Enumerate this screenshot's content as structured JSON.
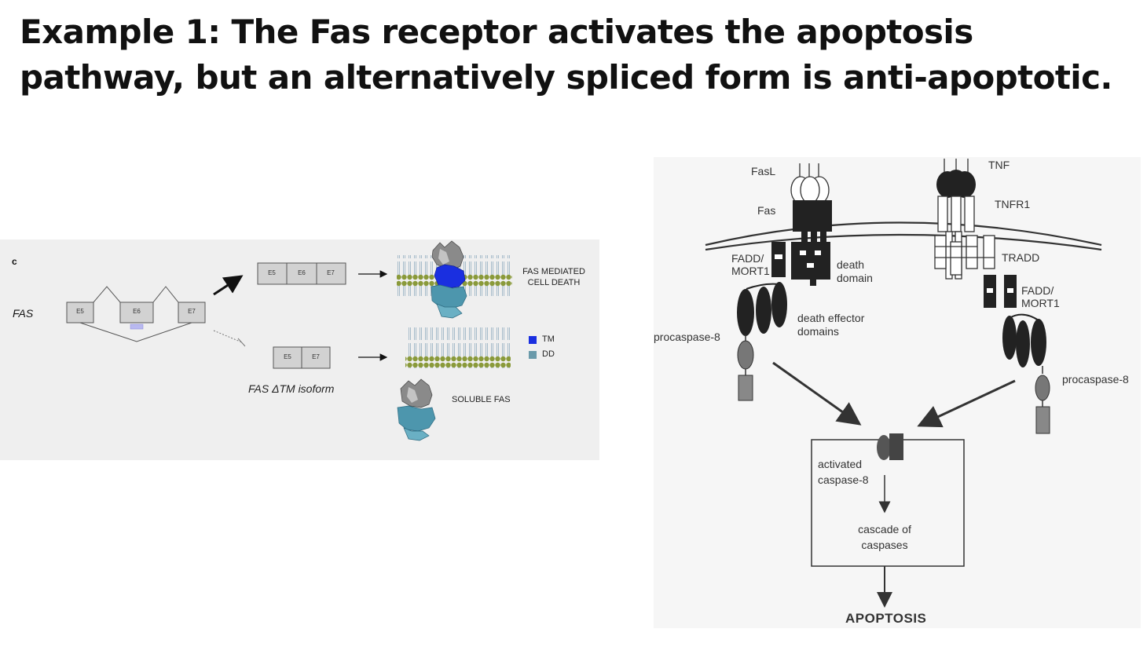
{
  "title": {
    "line1": "Example 1: The Fas receptor activates the apoptosis",
    "line2": "pathway, but an alternatively spliced form is anti-apoptotic."
  },
  "panel_c": {
    "panel_label": "c",
    "gene_label": "FAS",
    "exons": [
      "E5",
      "E6",
      "E7"
    ],
    "spliced_exons": [
      "E5",
      "E7"
    ],
    "isoform_label": "FAS ΔTM isoform",
    "outcome_full_line1": "FAS MEDIATED",
    "outcome_full_line2": "CELL DEATH",
    "outcome_spliced": "SOLUBLE FAS",
    "legend": [
      {
        "label": "TM",
        "color": "#1a2fe0"
      },
      {
        "label": "DD",
        "color": "#6a9aaa"
      }
    ]
  },
  "panel_right": {
    "fasl": "FasL",
    "fas": "Fas",
    "tnf": "TNF",
    "tnfr1": "TNFR1",
    "fadd_left_1": "FADD/",
    "fadd_left_2": "MORT1",
    "death_domain_1": "death",
    "death_domain_2": "domain",
    "tradd": "TRADD",
    "fadd_right_1": "FADD/",
    "fadd_right_2": "MORT1",
    "death_effector_1": "death effector",
    "death_effector_2": "domains",
    "procaspase_left": "procaspase-8",
    "procaspase_right": "procaspase-8",
    "activated_1": "activated",
    "activated_2": "caspase-8",
    "cascade_1": "cascade of",
    "cascade_2": "caspases",
    "apoptosis": "APOPTOSIS"
  }
}
